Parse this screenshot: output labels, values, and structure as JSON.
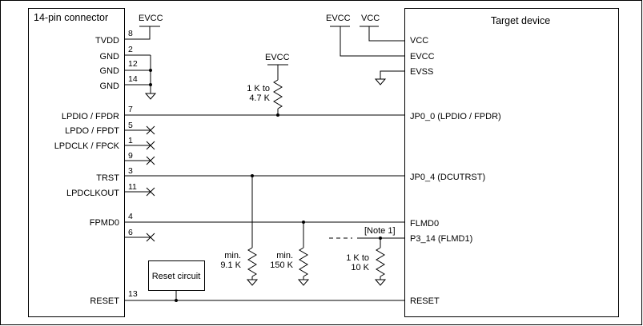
{
  "connector": {
    "title": "14-pin connector",
    "pins": [
      {
        "label": "TVDD",
        "number": "8"
      },
      {
        "label": "GND",
        "number": "2"
      },
      {
        "label": "GND",
        "number": "12"
      },
      {
        "label": "GND",
        "number": "14"
      },
      {
        "label": "LPDIO / FPDR",
        "number": "7"
      },
      {
        "label": "LPDO / FPDT",
        "number": "5"
      },
      {
        "label": "LPDCLK / FPCK",
        "number": "1"
      },
      {
        "label": "",
        "number": "9"
      },
      {
        "label": "TRST",
        "number": "3"
      },
      {
        "label": "LPDCLKOUT",
        "number": "11"
      },
      {
        "label": "FPMD0",
        "number": "4"
      },
      {
        "label": "",
        "number": "6"
      },
      {
        "label": "RESET",
        "number": "13"
      }
    ]
  },
  "target": {
    "title": "Target device",
    "pins": [
      "VCC",
      "EVCC",
      "EVSS",
      "JP0_0 (LPDIO / FPDR)",
      "JP0_4 (DCUTRST)",
      "FLMD0",
      "P3_14 (FLMD1)",
      "RESET"
    ]
  },
  "power": {
    "evcc": "EVCC",
    "vcc": "VCC"
  },
  "components": {
    "pullup_value": "1 K to\n4.7 K",
    "trst_value": "min.\n9.1 K",
    "flmd0_value": "min.\n150 K",
    "flmd1_value": "1 K to\n10 K",
    "reset_circuit": "Reset circuit",
    "note": "[Note 1]"
  }
}
